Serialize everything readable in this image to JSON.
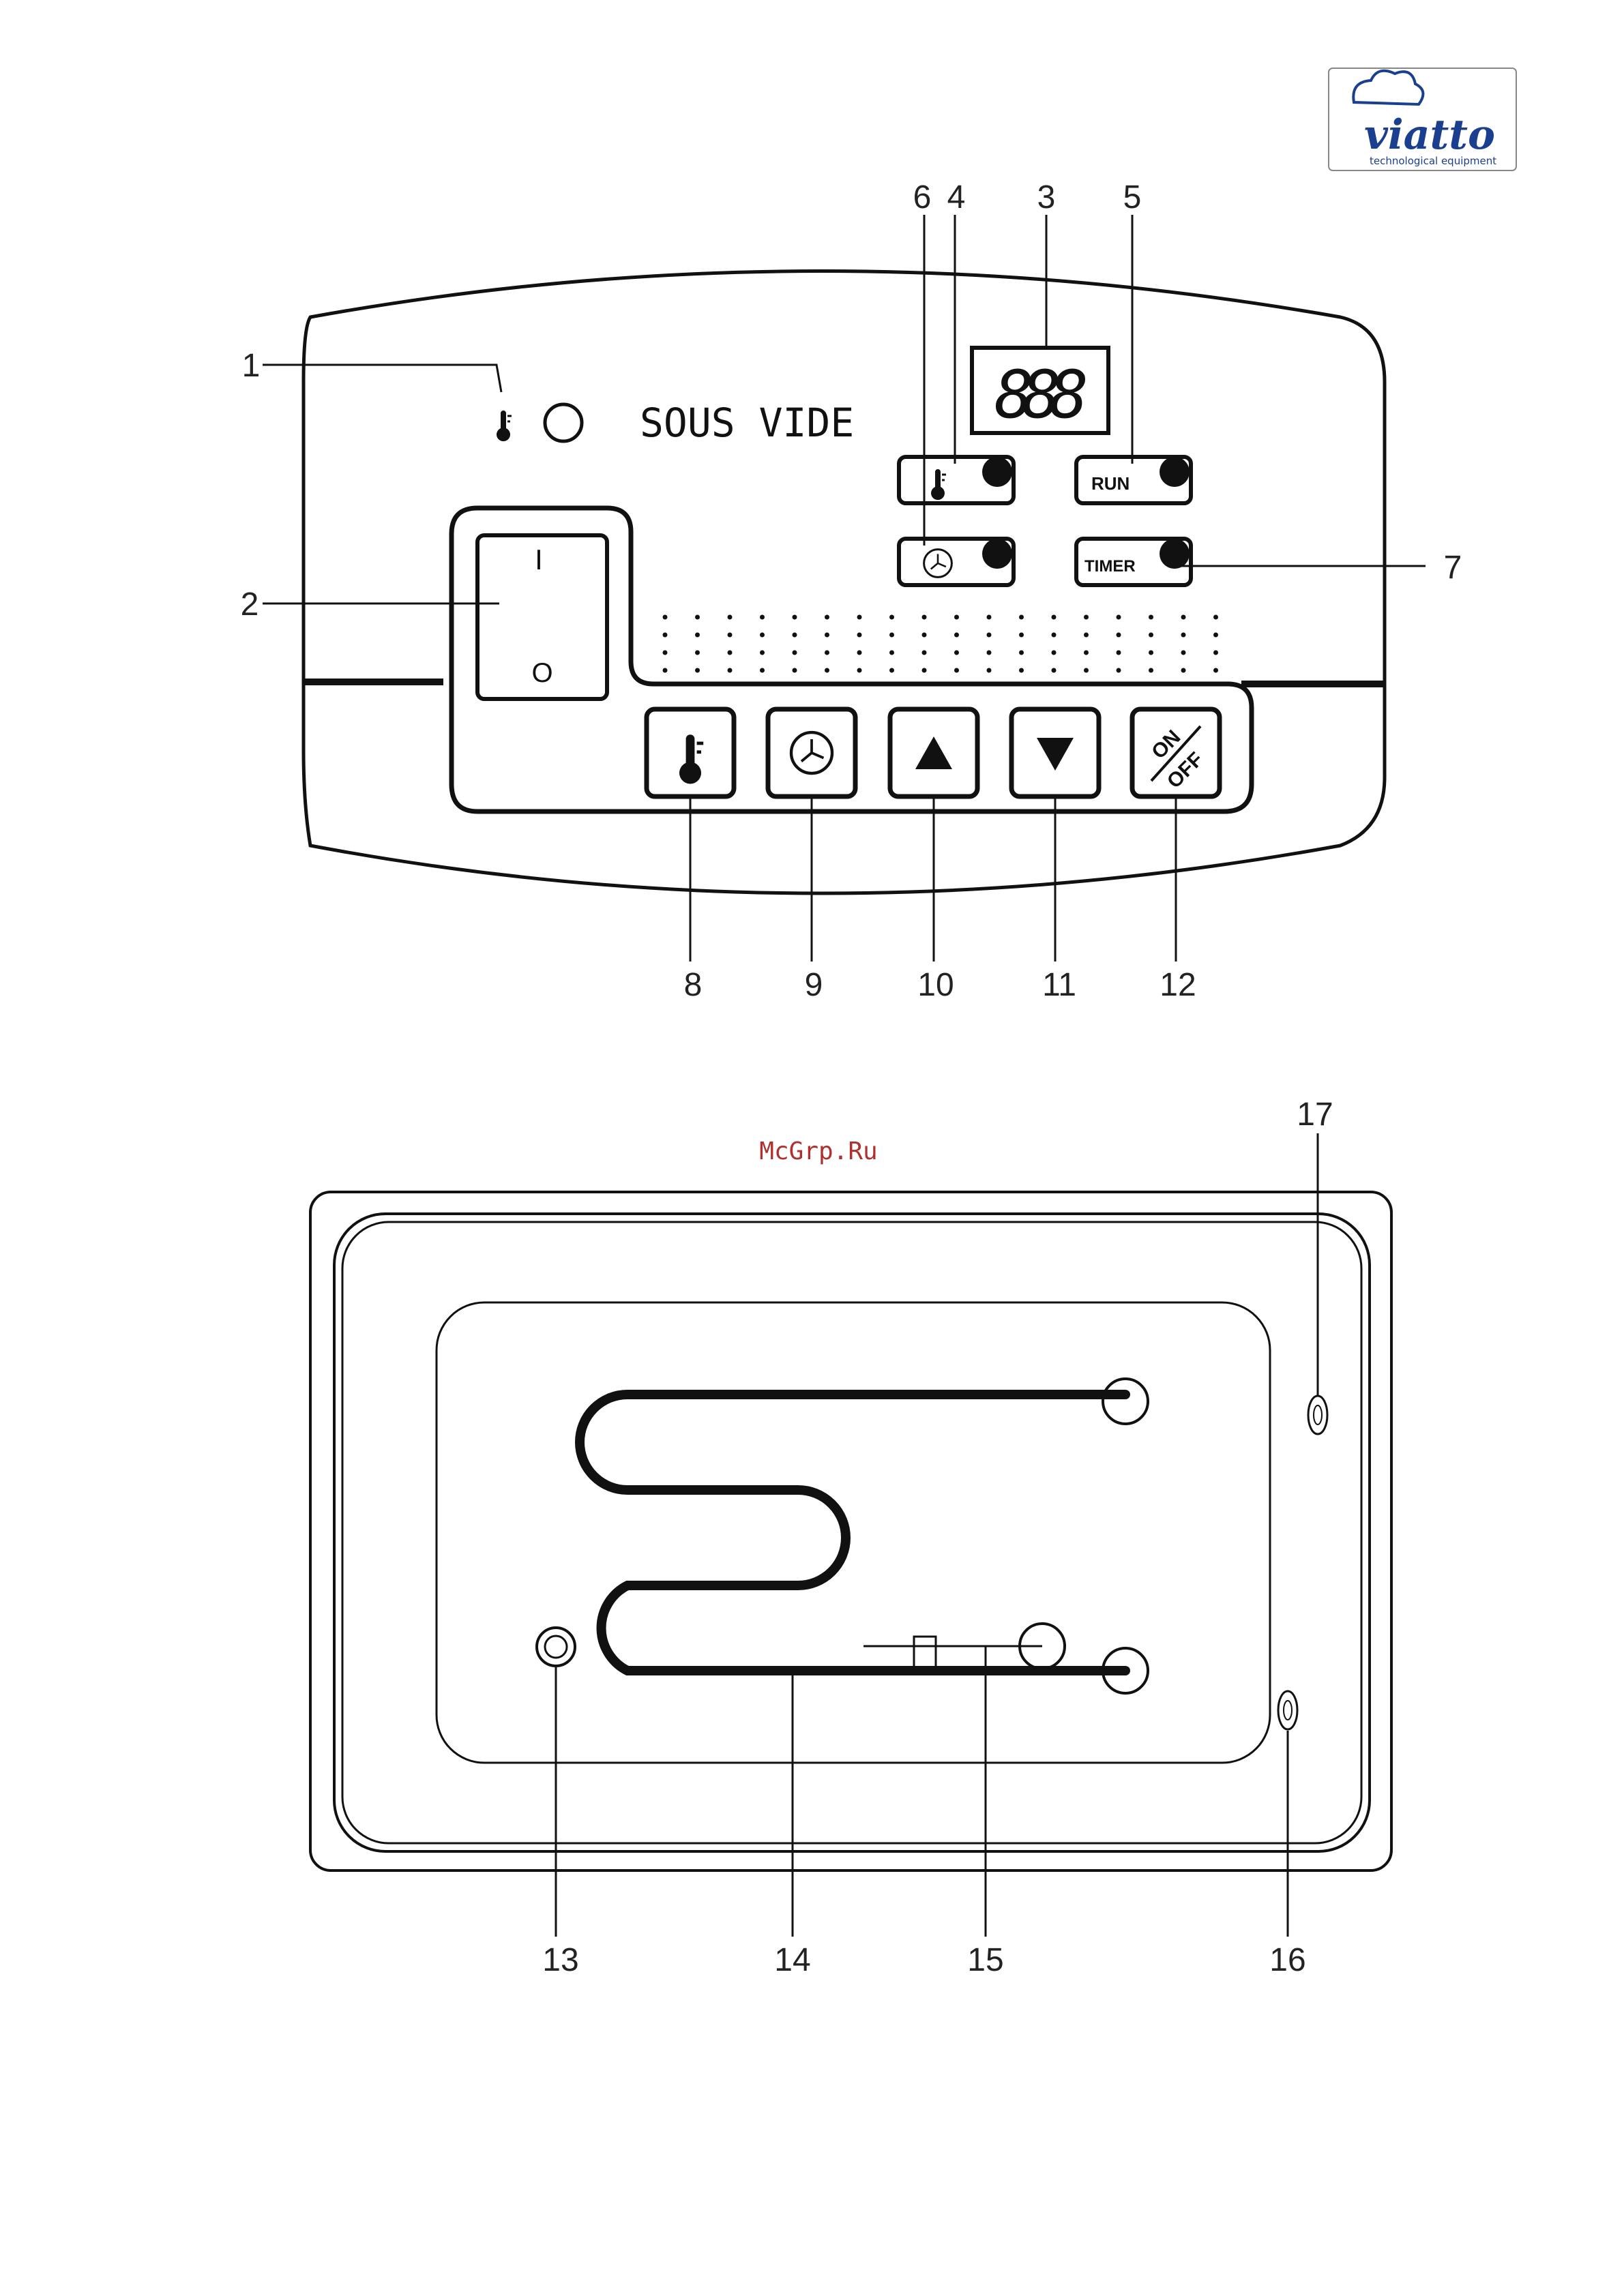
{
  "logo": {
    "brand": "viatto",
    "tagline": "technological equipment"
  },
  "watermark": "McGrp.Ru",
  "control_panel": {
    "product_label": "SOUS VIDE",
    "display_digits": "888",
    "indicator_labels": {
      "run": "RUN",
      "timer": "TIMER"
    },
    "switch_labels": {
      "on": "I",
      "off": "O"
    },
    "onoff_button": {
      "top": "ON",
      "bottom": "OFF"
    },
    "callouts": [
      "1",
      "2",
      "3",
      "4",
      "5",
      "6",
      "7",
      "8",
      "9",
      "10",
      "11",
      "12"
    ]
  },
  "tank_view": {
    "callouts": [
      "13",
      "14",
      "15",
      "16",
      "17"
    ]
  },
  "icons": {
    "thermometer": "thermometer-icon",
    "clock": "clock-icon",
    "up": "arrow-up-icon",
    "down": "arrow-down-icon",
    "power": "power-onoff-icon"
  },
  "colors": {
    "line": "#111111",
    "logo": "#1b3f8f",
    "watermark": "#b03030"
  }
}
